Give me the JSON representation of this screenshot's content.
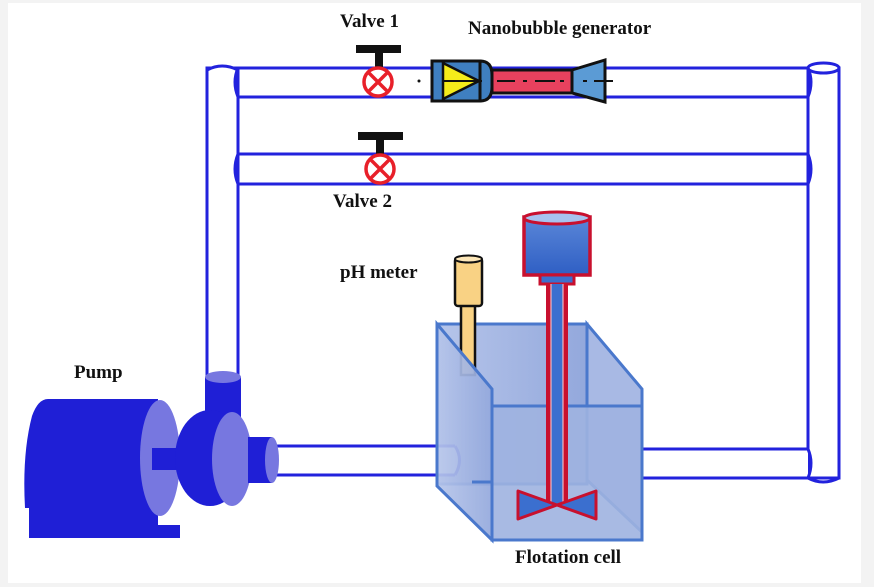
{
  "figure": {
    "type": "apparatus schematic",
    "labels": {
      "valve1": "Valve 1",
      "valve2": "Valve 2",
      "nanobubble_generator": "Nanobubble generator",
      "ph_meter": "pH meter",
      "pump": "Pump",
      "flotation_cell": "Flotation cell"
    },
    "colors": {
      "pipe_outline": "#2222dd",
      "pump_dark": "#1f1fd6",
      "pump_light": "#7777e0",
      "valve_red": "#e8202a",
      "valve_handle": "#111111",
      "generator_blue": "#3f7fc0",
      "generator_yellow": "#f5ec1a",
      "generator_red": "#e8415e",
      "generator_diffuser": "#5b9bd5",
      "cell_fill": "#9fb3e0",
      "cell_edge": "#4a78cc",
      "stirrer_red": "#c8102e",
      "stirrer_blue": "#3b6fcf",
      "ph_probe": "#f9d284"
    }
  }
}
